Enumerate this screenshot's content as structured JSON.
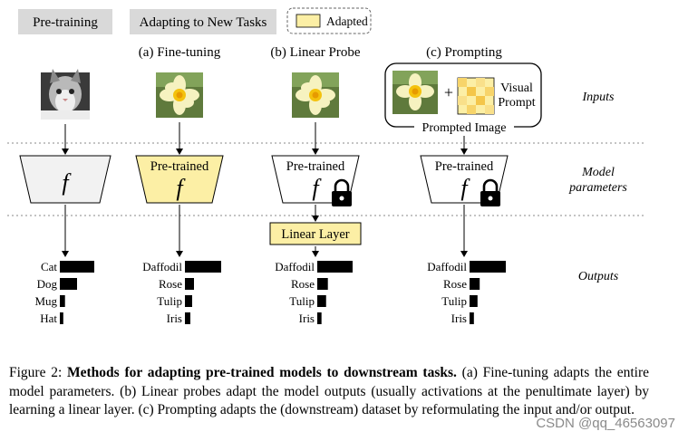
{
  "header": {
    "pretraining_tab": "Pre-training",
    "adapting_tab": "Adapting to New Tasks",
    "legend_adapted": "Adapted"
  },
  "methods": {
    "finetune_title": "(a) Fine-tuning",
    "linear_title": "(b) Linear Probe",
    "prompt_title": "(c) Prompting"
  },
  "model": {
    "pretrained_label": "Pre-trained",
    "f_symbol": "f"
  },
  "prompt": {
    "plus": "+",
    "visual_prompt_line1": "Visual",
    "visual_prompt_line2": "Prompt",
    "prompted_image_label": "Prompted Image"
  },
  "linear_layer_label": "Linear Layer",
  "row_labels": {
    "inputs": "Inputs",
    "model_params_line1": "Model",
    "model_params_line2": "parameters",
    "outputs": "Outputs"
  },
  "outputs": {
    "pretraining": [
      {
        "label": "Cat",
        "value": 1.0
      },
      {
        "label": "Dog",
        "value": 0.5
      },
      {
        "label": "Mug",
        "value": 0.15
      },
      {
        "label": "Hat",
        "value": 0.1
      }
    ],
    "finetuning": [
      {
        "label": "Daffodil",
        "value": 1.0
      },
      {
        "label": "Rose",
        "value": 0.25
      },
      {
        "label": "Tulip",
        "value": 0.2
      },
      {
        "label": "Iris",
        "value": 0.15
      }
    ],
    "linear_probe": [
      {
        "label": "Daffodil",
        "value": 1.0
      },
      {
        "label": "Rose",
        "value": 0.3
      },
      {
        "label": "Tulip",
        "value": 0.25
      },
      {
        "label": "Iris",
        "value": 0.12
      }
    ],
    "prompting": [
      {
        "label": "Daffodil",
        "value": 1.0
      },
      {
        "label": "Rose",
        "value": 0.28
      },
      {
        "label": "Tulip",
        "value": 0.22
      },
      {
        "label": "Iris",
        "value": 0.12
      }
    ]
  },
  "caption": {
    "figure_label": "Figure 2: ",
    "bold_title": "Methods for adapting pre-trained models to downstream tasks.",
    "body": " (a) Fine-tuning adapts the entire model parameters. (b) Linear probes adapt the model outputs (usually activations at the penultimate layer) by learning a linear layer. (c) Prompting adapts the (downstream) dataset by reformulating the input and/or output."
  },
  "watermark": "CSDN @qq_46563097",
  "colors": {
    "adapted_fill": "#fcefa5",
    "tab_fill": "#d9d9d9",
    "frozen_fill": "#ffffff",
    "base_fill": "#f2f2f2",
    "bar": "#000000"
  }
}
